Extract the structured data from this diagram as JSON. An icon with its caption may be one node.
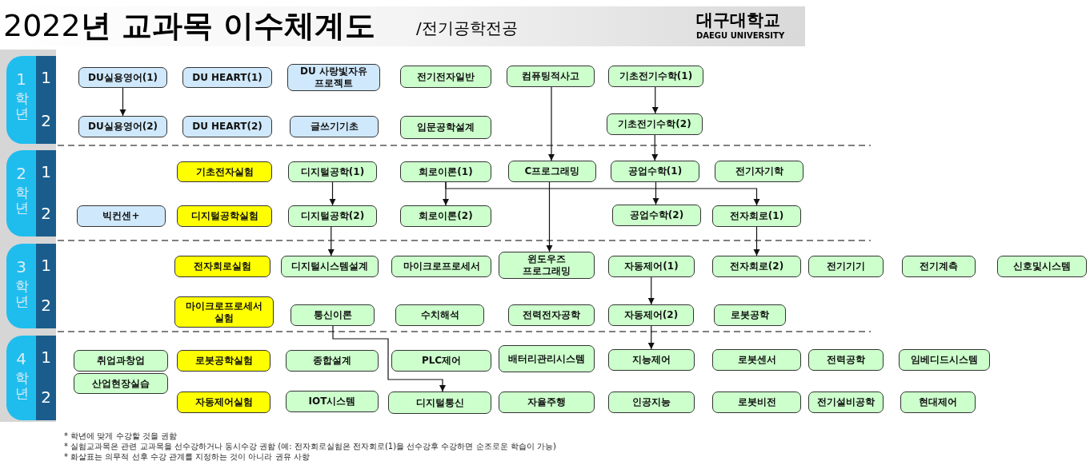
{
  "diagram": {
    "title": "2022**년 교과목 이수체계도**",
    "nodes": [
      {
        "text": [
          "1",
          "학년"
        ]
      },
      {
        "text": [
          "1",
          "2"
        ],
        "in": 0
      },
      {
        "text": [
          "2",
          "학년"
        ]
      },
      {
        "text": [
          "1",
          "2"
        ],
        "in": 2
      },
      {
        "text": [
          "3",
          "학년"
        ]
      },
      {
        "text": [
          "1",
          "2"
        ],
        "in": 4
      },
      {
        "text": [
          "4",
          "학년"
        ]
      },
      {
        "text": [
          "1",
          "2"
        ],
        "in": 6
      },
      {
        "text": [
          "DU실용영어(1)"
        ]
      },
      {
        "text": [
          "DU HEART(1)"
        ]
      },
      {
        "text": [
          "DU 사랑빛자유 프로젝트"
        ]
      },
      {
        "text": [
          "전기전자일반"
        ]
      },
      {
        "text": [
          "컴퓨팅적사고"
        ]
      },
      {
        "text": [
          "기초전기수학(1)"
        ]
      },
      {
        "text": [
          "DU실용영어(2)"
        ]
      },
      {
        "text": [
          "DU HEART(2)"
        ]
      },
      {
        "text": [
          "글쓰기기초"
        ]
      },
      {
        "text": [
          "입문공학설계"
        ]
      },
      {
        "text": [
          "기초전기수학(2)"
        ]
      },
      {
        "text": [
          "기초전자실험"
        ]
      },
      {
        "text": [
          "디지털공학(1)"
        ]
      },
      {
        "text": [
          "회로이론(1)"
        ]
      },
      {
        "text": [
          "C프로그래밍"
        ]
      },
      {
        "text": [
          "공업수학(1)"
        ]
      },
      {
        "text": [
          "전기자기학"
        ]
      },
      {
        "text": [
          "빅컨센+"
        ]
      },
      {
        "text": [
          "디지털공학실험"
        ]
      },
      {
        "text": [
          "디지털공학(2)"
        ]
      },
      {
        "text": [
          "회로이론(2)"
        ]
      },
      {
        "text": [
          "공업수학(2)"
        ]
      },
      {
        "text": [
          "전자회로(1)"
        ]
      },
      {
        "text": [
          "전자회로실험"
        ]
      },
      {
        "text": [
          "디지털시스템설계"
        ]
      },
      {
        "text": [
          "마이크로프로세서"
        ]
      },
      {
        "text": [
          "윈도우즈 프로그래밍"
        ]
      },
      {
        "text": [
          "자동제어(1)"
        ]
      },
      {
        "text": [
          "전자회로(2)"
        ]
      },
      {
        "text": [
          "전기기기"
        ]
      },
      {
        "text": [
          "전기계측"
        ]
      },
      {
        "text": [
          "신호및시스템"
        ]
      },
      {
        "text": [
          "마이크로프로세서 실험"
        ]
      },
      {
        "text": [
          "통신이론"
        ]
      },
      {
        "text": [
          "수치해석"
        ]
      },
      {
        "text": [
          "전력전자공학"
        ]
      },
      {
        "text": [
          "자동제어(2)"
        ]
      },
      {
        "text": [
          "로봇공학"
        ]
      },
      {
        "text": [
          "취업과창업"
        ]
      },
      {
        "text": [
          "산업현장실습"
        ]
      },
      {
        "text": [
          "로봇공학실험"
        ]
      },
      {
        "text": [
          "종합설계"
        ]
      },
      {
        "text": [
          "PLC제어"
        ]
      },
      {
        "text": [
          "배터리관리시스템"
        ]
      },
      {
        "text": [
          "지능제어"
        ]
      },
      {
        "text": [
          "로봇센서"
        ]
      },
      {
        "text": [
          "전력공학"
        ]
      },
      {
        "text": [
          "임베디드시스템"
        ]
      },
      {
        "text": [
          "자동제어실험"
        ]
      },
      {
        "text": [
          "IOT시스템"
        ]
      },
      {
        "text": [
          "디지털통신"
        ]
      },
      {
        "text": [
          "자율주행"
        ]
      },
      {
        "text": [
          "인공지능"
        ]
      },
      {
        "text": [
          "로봇비전"
        ]
      },
      {
        "text": [
          "전기설비공학"
        ]
      },
      {
        "text": [
          "현대제어"
        ]
      }
    ],
    "edges": [
      {
        "from": 8,
        "to": 14,
        "arrow": "to"
      },
      {
        "from": 12,
        "to": 22,
        "arrow": "to"
      },
      {
        "from": 13,
        "to": 18,
        "arrow": "to"
      },
      {
        "from": 18,
        "to": 23,
        "arrow": "to"
      },
      {
        "from": 20,
        "to": 27,
        "arrow": "to"
      },
      {
        "from": 21,
        "to": 28,
        "arrow": "to"
      },
      {
        "from": 21,
        "to": 30,
        "arrow": "to"
      },
      {
        "from": 23,
        "to": 29,
        "arrow": "to"
      },
      {
        "from": 22,
        "to": 34,
        "arrow": "to"
      },
      {
        "from": 27,
        "to": 32,
        "arrow": "to"
      },
      {
        "from": 30,
        "to": 36,
        "arrow": "to"
      },
      {
        "from": 35,
        "to": 44,
        "arrow": "to"
      },
      {
        "from": 44,
        "to": 52,
        "arrow": "to"
      },
      {
        "from": 41,
        "to": 58,
        "arrow": "to"
      }
    ],
    "labels": [
      "/전기공학전공",
      "대구대학교",
      "DAEGU UNIVERSITY",
      "* 학년에 맞게 수강할 것을 권함",
      "* 실험교과목은 관련 교과목을 선수강하거나 동시수강 권함 (예: 전자회로실험은 전자회로(1)을 선수강후 수강하면 순조로운 학습이 가능)",
      "* 화살표는 의무적 선후 수강 관계를 지정하는 것이 아니라 권유 사항"
    ]
  }
}
